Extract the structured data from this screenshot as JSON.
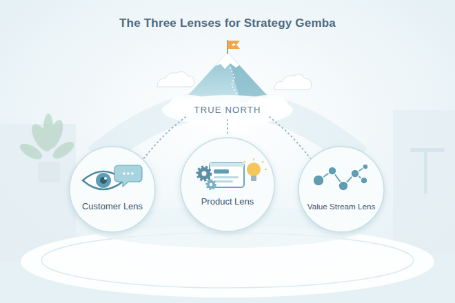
{
  "diagram": {
    "title": "The Three Lenses for Strategy Gemba",
    "nodes": [
      {
        "text": [
          "TRUE NORTH"
        ]
      },
      {
        "text": [
          "Customer Lens"
        ]
      },
      {
        "text": [
          "Product Lens"
        ]
      },
      {
        "text": [
          "Value Stream Lens"
        ]
      }
    ],
    "edges": [
      {
        "from": 0,
        "to": 1,
        "arrow": "none"
      },
      {
        "from": 0,
        "to": 2,
        "arrow": "none"
      },
      {
        "from": 0,
        "to": 3,
        "arrow": "none"
      }
    ]
  }
}
